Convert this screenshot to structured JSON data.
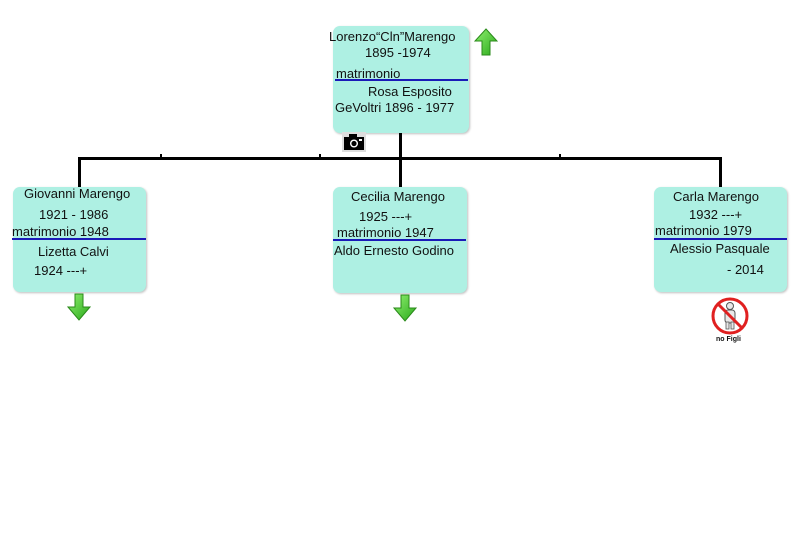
{
  "root": {
    "name": "Lorenzo“Cln”Marengo",
    "dates": "1895 -1974",
    "relation": "matrimonio",
    "spouse_name": "Rosa Esposito",
    "spouse_info": "GeVoltri 1896 - 1977"
  },
  "children": [
    {
      "name": "Giovanni Marengo",
      "dates": "1921 - 1986",
      "relation": "matrimonio 1948",
      "spouse_name": "Lizetta Calvi",
      "spouse_info": "1924 ---+"
    },
    {
      "name": "Cecilia Marengo",
      "dates": "1925 ---+",
      "relation": "matrimonio 1947",
      "spouse_name": "Aldo Ernesto Godino",
      "spouse_info": ""
    },
    {
      "name": "Carla Marengo",
      "dates": "1932 ---+",
      "relation": "matrimonio 1979",
      "spouse_name": "Alessio Pasquale",
      "spouse_info": "- 2014"
    }
  ],
  "no_children_label": "no Figli",
  "icons": {
    "up": "arrow-up-icon",
    "down": "arrow-down-icon",
    "camera": "camera-icon",
    "no_children": "no-children-icon"
  },
  "colors": {
    "box_fill": "#aef0e3",
    "separator": "#1a1ab8",
    "arrow": "#3ec22a",
    "connector": "#000000",
    "no_sign": "#e02020"
  }
}
